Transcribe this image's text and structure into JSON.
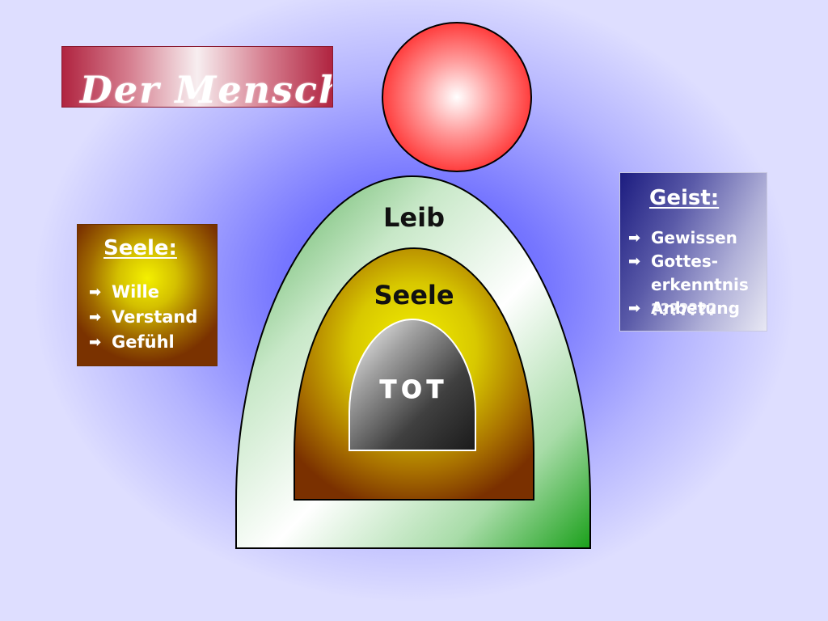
{
  "title": "Der Mensch",
  "diagram": {
    "leib_label": "Leib",
    "seele_label": "Seele",
    "geist_label": "TOT"
  },
  "seele_box": {
    "heading": "Seele:",
    "items": [
      "Wille",
      "Verstand",
      "Gefühl"
    ]
  },
  "geist_box": {
    "heading": "Geist:",
    "items": [
      "Gewissen",
      "Gottes-",
      "erkenntnis",
      "Anbetung"
    ],
    "overlay_text": "???????"
  },
  "colors": {
    "head": "#ff3b3b",
    "leib": "#2eaa2e",
    "seele": "#d8cc00",
    "geist": "#333333",
    "title_bg": "#b02440",
    "background_center": "#4b4bff"
  }
}
